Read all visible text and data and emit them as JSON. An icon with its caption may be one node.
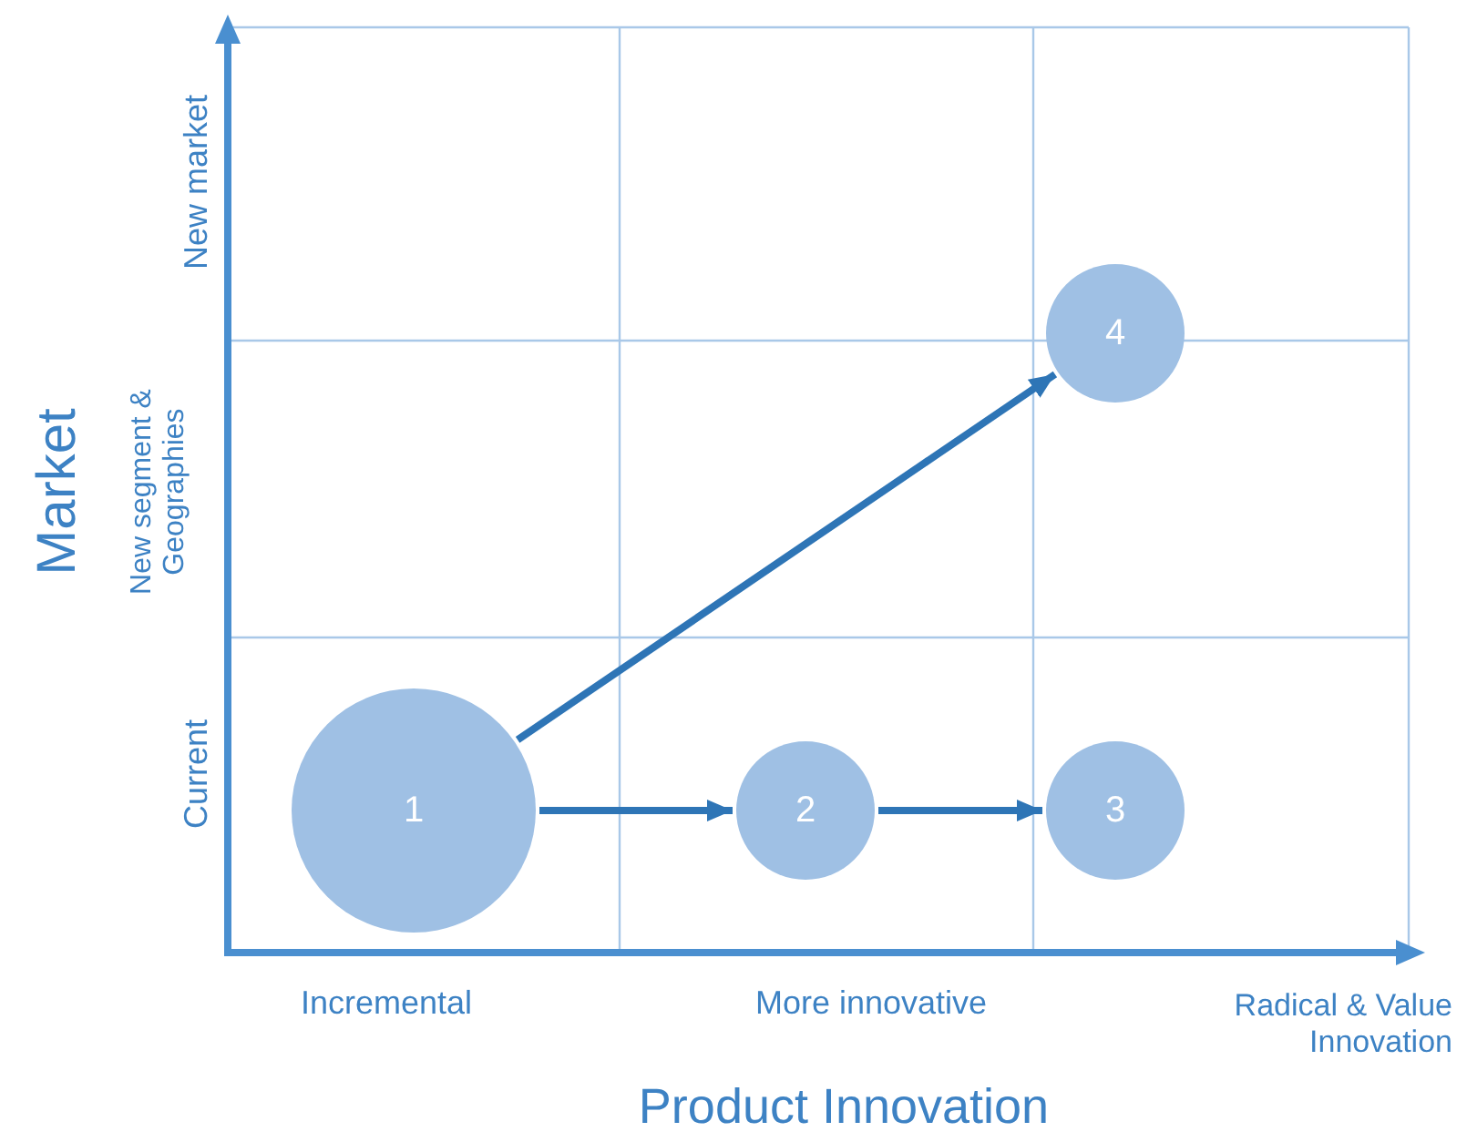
{
  "diagram": {
    "nodes": [
      {
        "text": [
          "1"
        ]
      },
      {
        "text": [
          "2"
        ]
      },
      {
        "text": [
          "3"
        ]
      },
      {
        "text": [
          "4"
        ]
      }
    ],
    "edges": [
      {
        "from": 0,
        "to": 1,
        "arrow": "to"
      },
      {
        "from": 1,
        "to": 2,
        "arrow": "to"
      },
      {
        "from": 0,
        "to": 3,
        "arrow": "to"
      }
    ],
    "labels": [
      "Market",
      "New market",
      "New segment & Geographies",
      "Current",
      "Incremental",
      "More innovative",
      "Radical & Value Innovation",
      "Product Innovation"
    ]
  }
}
